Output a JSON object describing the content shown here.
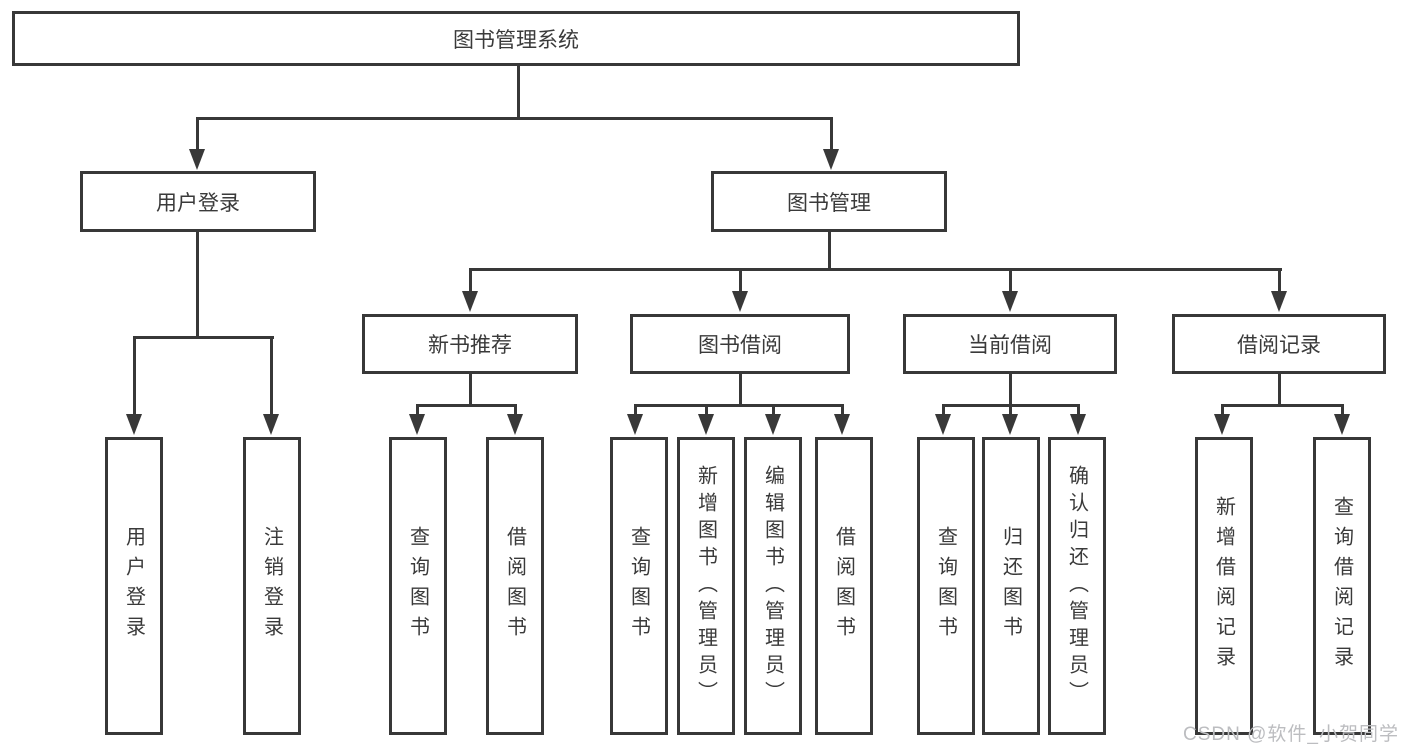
{
  "diagram": {
    "type": "tree",
    "root": {
      "label": "图书管理系统"
    },
    "branches": [
      {
        "label": "用户登录",
        "children": [
          {
            "label": "用户登录"
          },
          {
            "label": "注销登录"
          }
        ]
      },
      {
        "label": "图书管理",
        "children": [
          {
            "label": "新书推荐",
            "children": [
              {
                "label": "查询图书"
              },
              {
                "label": "借阅图书"
              }
            ]
          },
          {
            "label": "图书借阅",
            "children": [
              {
                "label": "查询图书"
              },
              {
                "label": "新增图书（管理员）"
              },
              {
                "label": "编辑图书（管理员）"
              },
              {
                "label": "借阅图书"
              }
            ]
          },
          {
            "label": "当前借阅",
            "children": [
              {
                "label": "查询图书"
              },
              {
                "label": "归还图书"
              },
              {
                "label": "确认归还（管理员）"
              }
            ]
          },
          {
            "label": "借阅记录",
            "children": [
              {
                "label": "新增借阅记录"
              },
              {
                "label": "查询借阅记录"
              }
            ]
          }
        ]
      }
    ],
    "watermark": "CSDN @软件_小贺同学",
    "colors": {
      "line": "#383838",
      "text": "#3a3a3a",
      "watermark": "#bcbdc0",
      "background": "#ffffff"
    }
  }
}
